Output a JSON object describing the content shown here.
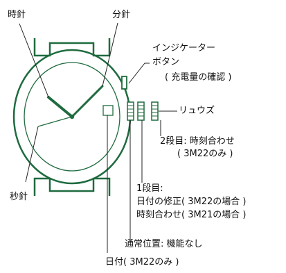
{
  "labels": {
    "hour_hand": "時針",
    "minute_hand": "分針",
    "indicator_button_1": "インジケーター",
    "indicator_button_2": "ボタン",
    "indicator_button_3": "( 充電量の確認 )",
    "crown": "リュウズ",
    "step2_1": "2段目: 時刻合わせ",
    "step2_2": "( 3M22のみ )",
    "step1_1": "1段目:",
    "step1_2": "日付の修正( 3M22の場合 )",
    "step1_3": "時刻合わせ( 3M21の場合 )",
    "normal_position": "通常位置: 機能なし",
    "second_hand": "秒針",
    "date": "日付( 3M22のみ )"
  },
  "colors": {
    "watch": "#1f6b3f",
    "leader": "#222222"
  }
}
